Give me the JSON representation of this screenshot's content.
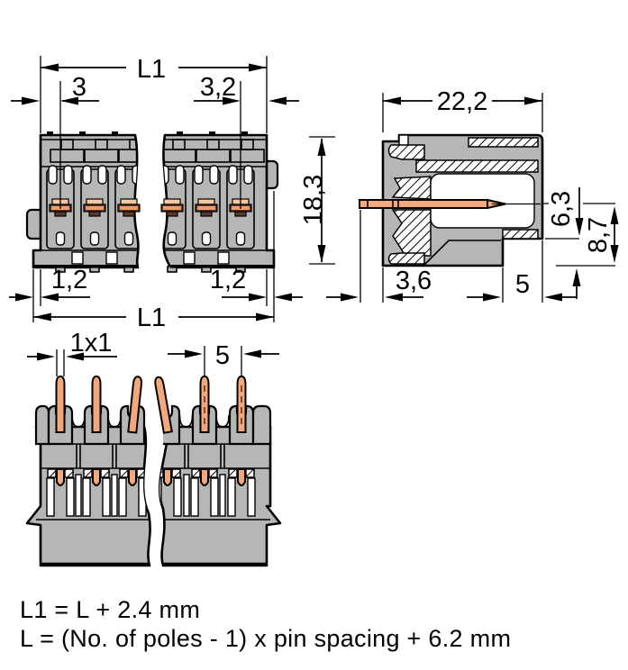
{
  "drawing": {
    "background": "#ffffff",
    "line_color": "#000000",
    "body_color": "#b4b7b5",
    "pin_color": "#f2a87a",
    "contact_colors": {
      "light": "#f7c9a2",
      "dark": "#5e392b",
      "stripe": "#ee9e6d"
    },
    "front_view": {
      "name": "front view of connector",
      "dims": {
        "l1_top": "L1",
        "pin_offset_left": "3",
        "pin_offset_right": "3,2",
        "foot_left": "1,2",
        "foot_right": "1,2",
        "l1_bottom": "L1"
      }
    },
    "side_view": {
      "name": "side section view of connector",
      "dims": {
        "overall_width": "22,2",
        "overall_height": "18,3",
        "pin_axis_to_step": "6,3",
        "pin_axis_to_bottom": "8,7",
        "pin_protrusion": "3,6",
        "step_width": "5"
      }
    },
    "pin_view": {
      "name": "solder pin view of connector",
      "dims": {
        "pin_cross_section": "1x1",
        "pin_pitch": "5"
      }
    },
    "formulas": {
      "line1": "L1 = L + 2.4 mm",
      "line2": "L = (No. of poles - 1) x pin spacing + 6.2 mm"
    }
  }
}
